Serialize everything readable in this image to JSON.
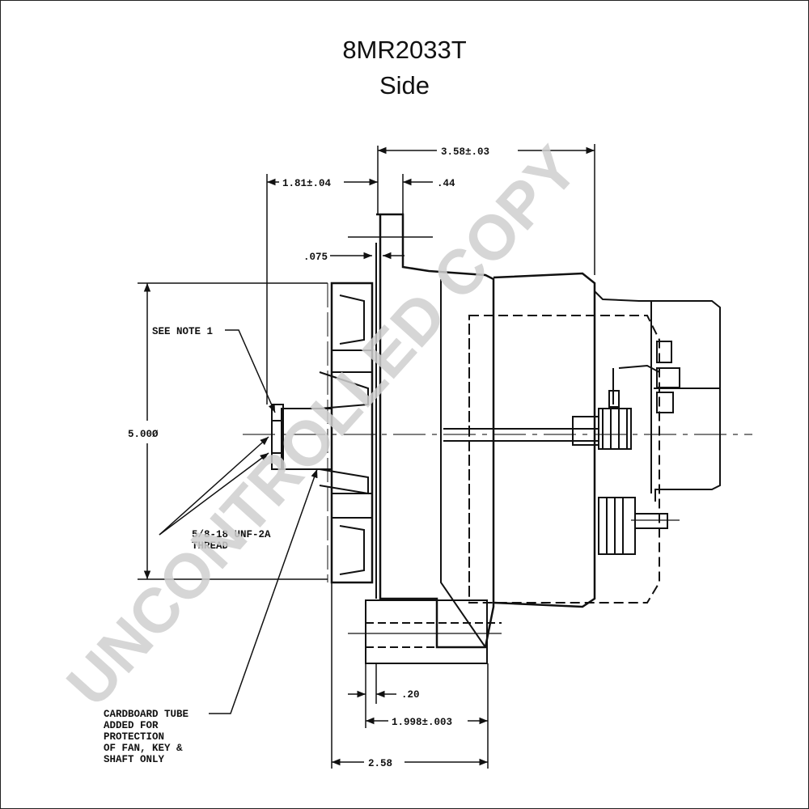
{
  "header": {
    "title": "8MR2033T",
    "subtitle": "Side"
  },
  "dimensions": {
    "overall_length": "3.58±.03",
    "front_offset": "1.81±.04",
    "gap_44": ".44",
    "gap_075": ".075",
    "diameter": "5.00Ø",
    "gap_20": ".20",
    "mount_length": "1.998±.003",
    "base_length": "2.58"
  },
  "notes": {
    "see_note": "SEE NOTE 1",
    "thread_line1": "5/8-18 UNF-2A",
    "thread_line2": "THREAD",
    "cardboard": [
      "CARDBOARD TUBE",
      "ADDED FOR",
      "PROTECTION",
      "OF FAN, KEY &",
      "SHAFT ONLY"
    ]
  },
  "watermark": "UNCONTROLLED COPY"
}
